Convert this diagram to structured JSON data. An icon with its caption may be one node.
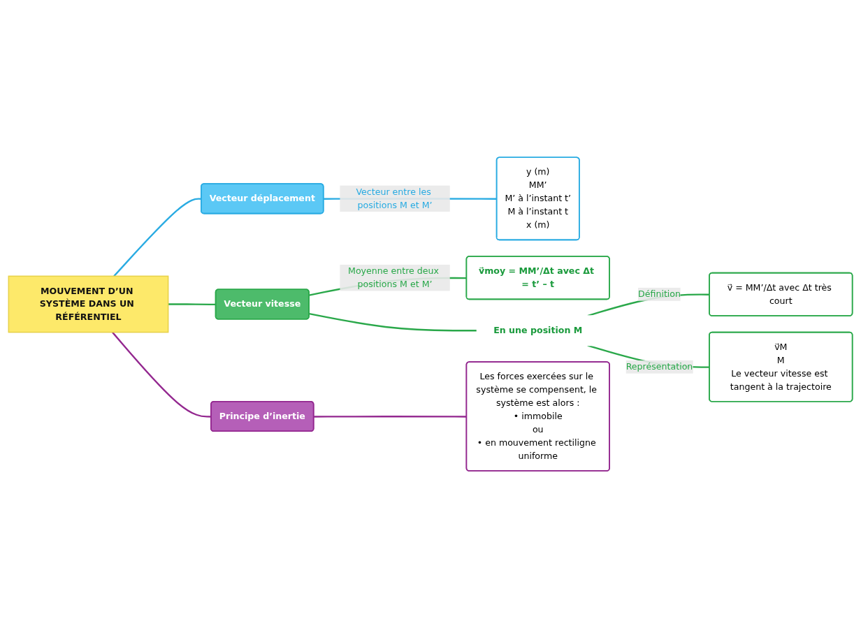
{
  "diagram": {
    "nodes": [
      {
        "text": [
          "Vecteur déplacement"
        ]
      },
      {
        "text": [
          "y (m)",
          "MM’",
          "M’ à l’instant t’",
          "M à l’instant t",
          "x (m)"
        ]
      },
      {
        "text": [
          "MOUVEMENT D’UN SYSTÈME DANS UN RÉFÉRENTIEL"
        ]
      },
      {
        "text": [
          "v⃗moy = MM’/Δt avec Δt = t’ – t"
        ]
      },
      {
        "text": [
          "Vecteur vitesse"
        ]
      },
      {
        "text": [
          "En une position M"
        ]
      },
      {
        "text": [
          "v⃗ = MM’/Δt avec Δt très court"
        ]
      },
      {
        "text": [
          "v⃗M",
          "M",
          "Le vecteur vitesse est tangent à la trajectoire"
        ]
      },
      {
        "text": [
          "Principe d’inertie"
        ]
      },
      {
        "text": [
          "Les forces exercées sur le système se compensent, le système est alors :",
          "• immobile",
          "ou",
          "• en mouvement rectiligne uniforme"
        ]
      }
    ],
    "edges": [
      {
        "from": 2,
        "to": 0,
        "arrow": "none",
        "color": "#29abe2"
      },
      {
        "from": 0,
        "to": 1,
        "arrow": "none",
        "label": "Vecteur entre les positions M et M’",
        "color": "#29abe2"
      },
      {
        "from": 2,
        "to": 4,
        "arrow": "none"
      },
      {
        "from": 4,
        "to": 3,
        "arrow": "none",
        "label": "Moyenne entre deux positions M et M’"
      },
      {
        "from": 4,
        "to": 5,
        "arrow": "none"
      },
      {
        "from": 5,
        "to": 6,
        "arrow": "none",
        "label": "Définition"
      },
      {
        "from": 5,
        "to": 7,
        "arrow": "none",
        "label": "Représentation"
      },
      {
        "from": 2,
        "to": 8,
        "arrow": "none",
        "color": "#93278f"
      },
      {
        "from": 8,
        "to": 9,
        "arrow": "none",
        "color": "#93278f"
      }
    ]
  }
}
